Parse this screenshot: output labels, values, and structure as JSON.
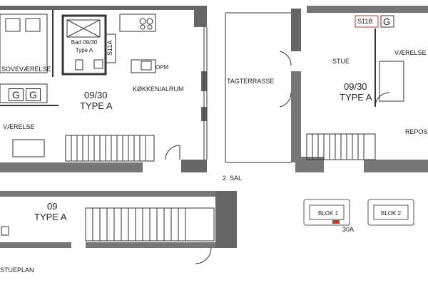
{
  "apartment_top_left": {
    "number": "09/30",
    "type": "TYPE A",
    "rooms": {
      "bedroom": "SOVEVÆRELSE",
      "bathroom_line1": "Bad 09/30",
      "bathroom_line2": "Type A",
      "kitchen": "KØKKEN/ALRUM",
      "storage": "OPM",
      "room": "VÆRELSE"
    },
    "stair_id": "S11A",
    "badge_g": "G"
  },
  "apartment_top_right": {
    "number": "09/30",
    "type": "TYPE A",
    "rooms": {
      "living": "STUE",
      "room": "VÆRELSE",
      "storage": "REPOS",
      "terrace": "TAGTERRASSE"
    },
    "stair_id": "S11B",
    "badge_g": "G",
    "floor_label": "2. SAL"
  },
  "apartment_bottom": {
    "number": "09",
    "type": "TYPE A",
    "floor_label": "STUEPLAN"
  },
  "key_plan": {
    "block1": "BLOK 1",
    "block2": "BLOK 2",
    "unit": "30A"
  },
  "colors": {
    "wall": "#555555",
    "line": "#333333",
    "background": "#ffffff",
    "highlight": "#c0392b"
  }
}
